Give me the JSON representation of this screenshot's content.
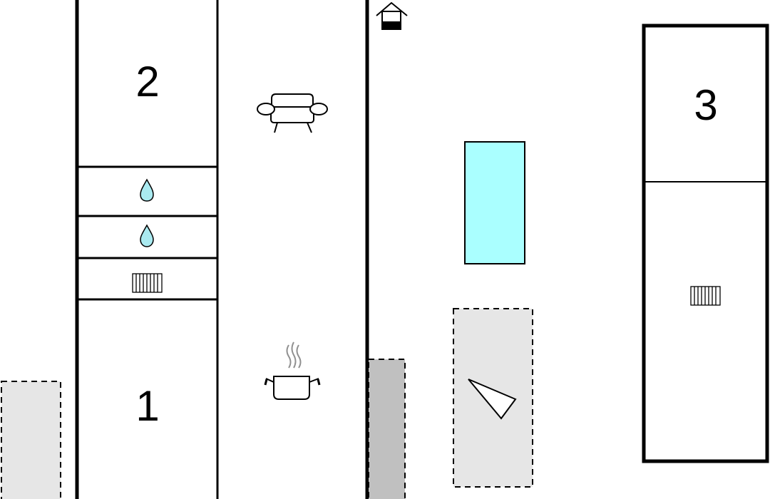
{
  "rooms": {
    "room_1": {
      "label": "1"
    },
    "room_2": {
      "label": "2"
    },
    "room_3": {
      "label": "3"
    }
  },
  "icons": {
    "sofa": "sofa-icon",
    "cooking_pot": "cooking-pot-icon",
    "water_drop": "water-drop-icon",
    "radiator": "radiator-icon",
    "house": "house-icon",
    "triangle": "triangle-icon"
  },
  "colors": {
    "wall": "#000000",
    "pool": "#aaffff",
    "terrace": "#e6e6e6",
    "covered_area": "#c0c0c0",
    "water_drop": "#aaeaf0",
    "background": "#ffffff"
  }
}
